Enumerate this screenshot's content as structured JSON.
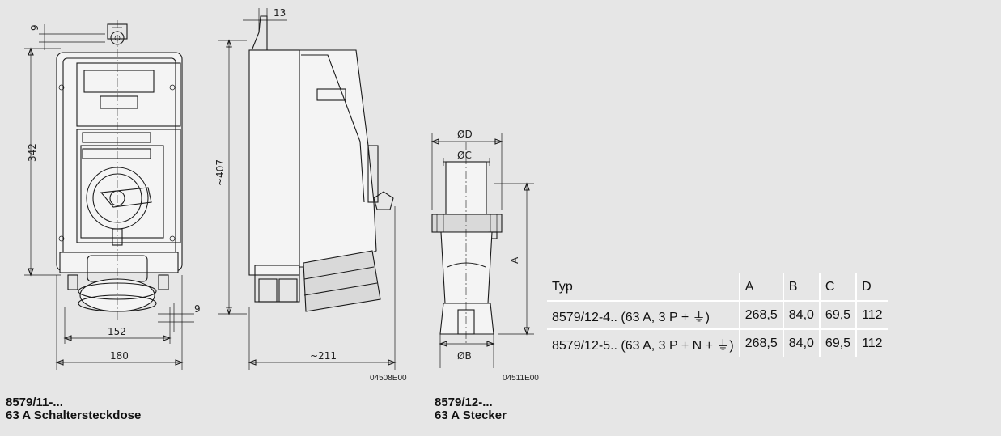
{
  "dimensions": {
    "top_offset": "9",
    "height_total": "342",
    "right_offset": "9",
    "width_inner": "152",
    "width_outer": "180",
    "side_top": "13",
    "side_height": "~407",
    "side_depth": "~211",
    "plug_d": "ØD",
    "plug_c": "ØC",
    "plug_a": "A",
    "plug_b": "ØB"
  },
  "drawing_codes": {
    "socket": "04508E00",
    "plug": "04511E00"
  },
  "table": {
    "headers": [
      "Typ",
      "A",
      "B",
      "C",
      "D"
    ],
    "rows": [
      [
        "8579/12-4.. (63 A, 3 P + ⏚)",
        "268,5",
        "84,0",
        "69,5",
        "112"
      ],
      [
        "8579/12-5.. (63 A, 3 P + N + ⏚)",
        "268,5",
        "84,0",
        "69,5",
        "112"
      ]
    ]
  },
  "captions": {
    "left_line1": "8579/11-...",
    "left_line2": "63 A Schaltersteckdose",
    "right_line1": "8579/12-...",
    "right_line2": "63 A Stecker"
  }
}
